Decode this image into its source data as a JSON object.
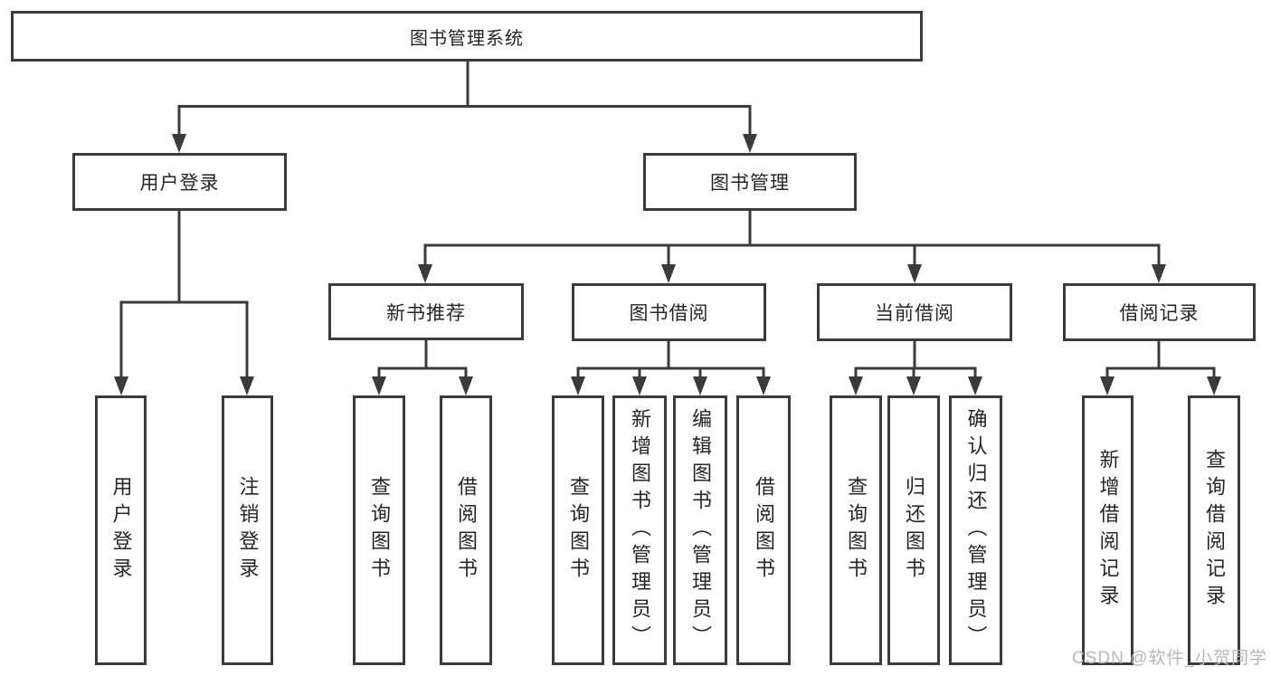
{
  "diagram": {
    "root": "图书管理系统",
    "level2": {
      "user_login": "用户登录",
      "book_mgmt": "图书管理"
    },
    "level3": {
      "new_book": "新书推荐",
      "borrow": "图书借阅",
      "current": "当前借阅",
      "records": "借阅记录"
    },
    "leaves": {
      "user_login": [
        "用户登录",
        "注销登录"
      ],
      "new_book": [
        "查询图书",
        "借阅图书"
      ],
      "borrow": [
        "查询图书",
        "新增图书（管理员）",
        "编辑图书（管理员）",
        "借阅图书"
      ],
      "current": [
        "查询图书",
        "归还图书",
        "确认归还（管理员）"
      ],
      "records": [
        "新增借阅记录",
        "查询借阅记录"
      ]
    },
    "colors": {
      "line": "#3b3b3b",
      "text": "#262626",
      "background": "#ffffff"
    }
  },
  "watermark": {
    "text": "CSDN @软件_小贺同学",
    "color": "#b7b7b7"
  }
}
